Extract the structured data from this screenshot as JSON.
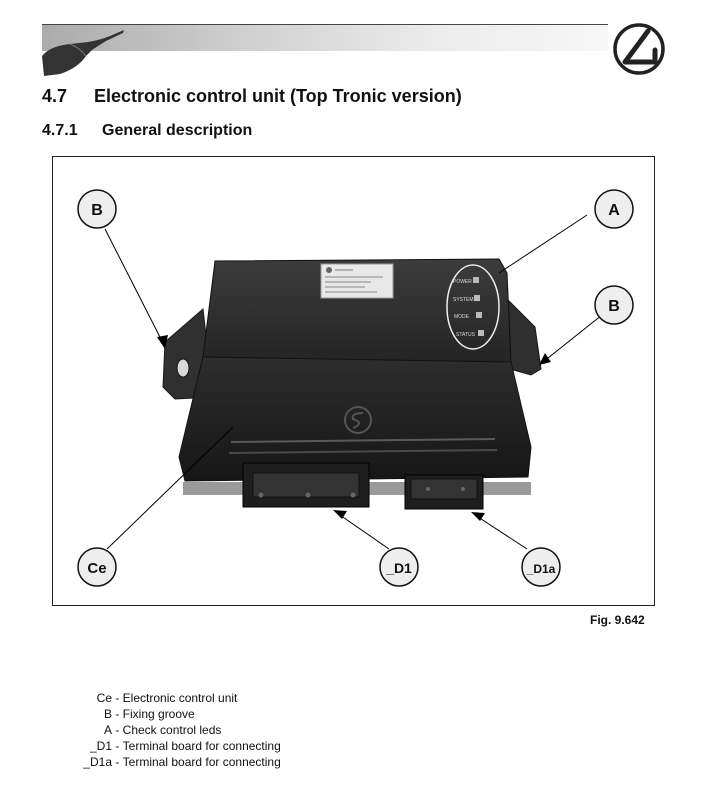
{
  "header": {
    "section_number": "4.7",
    "section_title": "Electronic control unit (Top Tronic version)",
    "subsection_number": "4.7.1",
    "subsection_title": "General description"
  },
  "figure": {
    "callouts": [
      {
        "label": "B"
      },
      {
        "label": "A"
      },
      {
        "label": "B"
      },
      {
        "label": "Ce"
      },
      {
        "label": "_D1"
      },
      {
        "label": "_D1a"
      }
    ],
    "led_labels": [
      "POWER",
      "SYSTEM",
      "MODE",
      "STATUS"
    ],
    "caption": "Fig. 9.642"
  },
  "legend": [
    {
      "key": "Ce",
      "text": "Electronic control unit"
    },
    {
      "key": "B",
      "text": "Fixing groove"
    },
    {
      "key": "A",
      "text": "Check control leds"
    },
    {
      "key": "_D1",
      "text": "Terminal board for connecting"
    },
    {
      "key": "_D1a",
      "text": "Terminal board for connecting"
    }
  ]
}
